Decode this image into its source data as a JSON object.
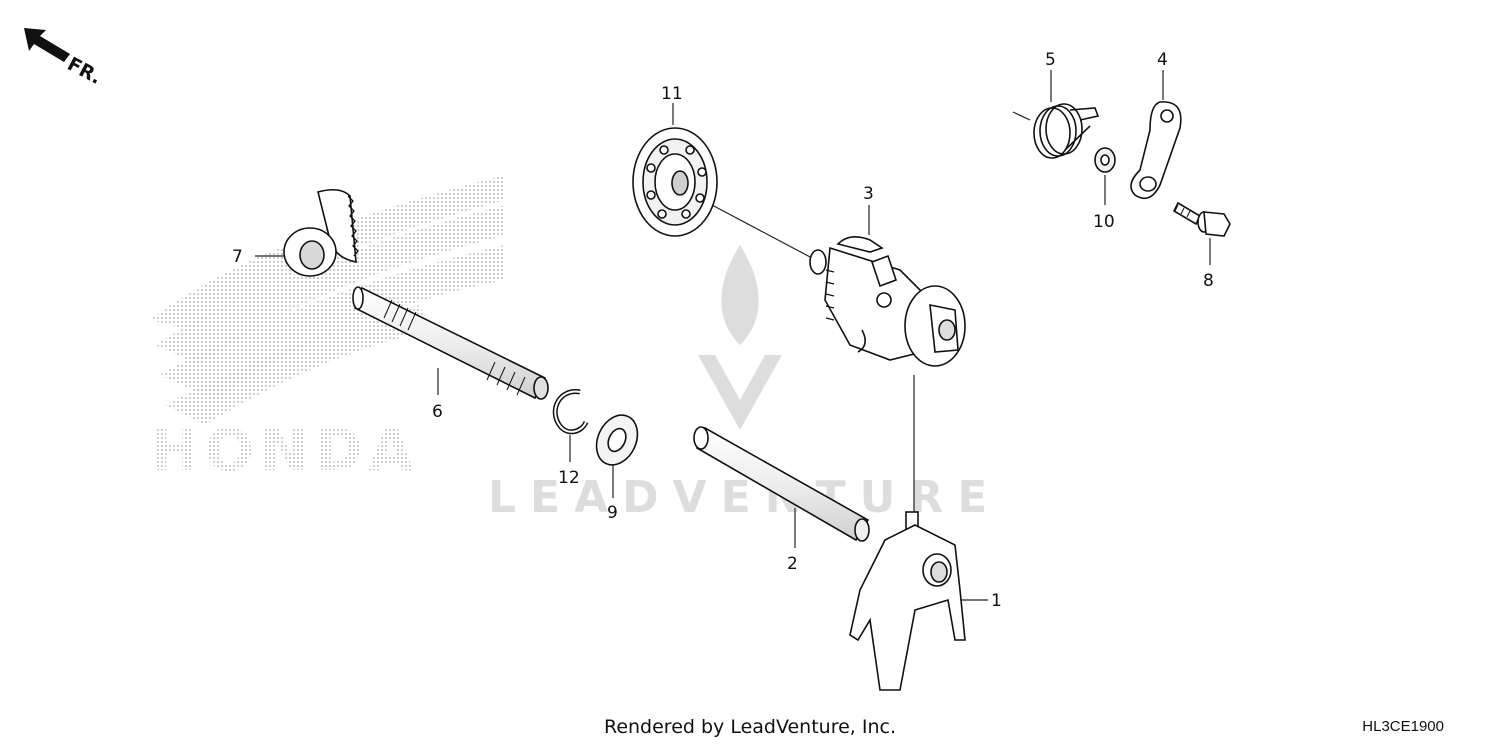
{
  "diagram": {
    "direction_label": "FR.",
    "watermark_brand": "LEADVENTURE",
    "background_logo_text": "HONDA",
    "footer": "Rendered by LeadVenture, Inc.",
    "diagram_code": "HL3CE1900",
    "callouts": [
      {
        "id": "1",
        "label": "1"
      },
      {
        "id": "2",
        "label": "2"
      },
      {
        "id": "3",
        "label": "3"
      },
      {
        "id": "4",
        "label": "4"
      },
      {
        "id": "5",
        "label": "5"
      },
      {
        "id": "6",
        "label": "6"
      },
      {
        "id": "7",
        "label": "7"
      },
      {
        "id": "8",
        "label": "8"
      },
      {
        "id": "9",
        "label": "9"
      },
      {
        "id": "10",
        "label": "10"
      },
      {
        "id": "11",
        "label": "11"
      },
      {
        "id": "12",
        "label": "12"
      }
    ]
  }
}
